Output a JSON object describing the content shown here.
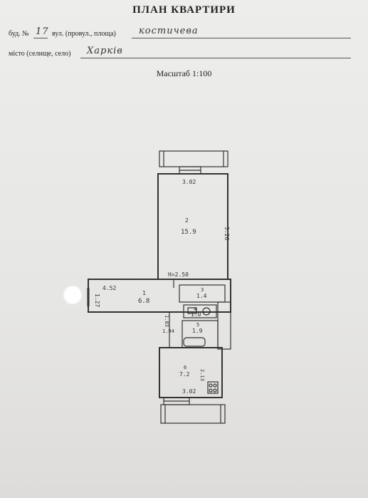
{
  "header": {
    "title": "ПЛАН КВАРТИРИ"
  },
  "address": {
    "building_label": "буд. №",
    "building_number": "17",
    "street_label": "вул. (провул., площа)",
    "street_value": "костичева",
    "city_label": "місто (селище, село)",
    "city_value": "Харків"
  },
  "scale": {
    "text": "Масштаб 1:100"
  },
  "plan": {
    "labels": {
      "room2_dim_top": "3.02",
      "room2_num": "2",
      "room2_area": "15.9",
      "room2_dim_side": "5.26",
      "ceiling": "H=2.50",
      "room1_dim_top": "4.52",
      "room1_dim_side": "1.27",
      "room1_num": "1",
      "room1_area": "6.8",
      "room3_num": "3",
      "room3_area": "1.4",
      "room4_num": "4",
      "room4_area": "1.0",
      "room5_num": "5",
      "room5_area": "1.9",
      "dim_103": "1.03",
      "dim_194": "1.94",
      "room6_num": "6",
      "room6_area": "7.2",
      "room6_dim_side": "2.13",
      "room6_dim_bottom": "3.02"
    }
  }
}
